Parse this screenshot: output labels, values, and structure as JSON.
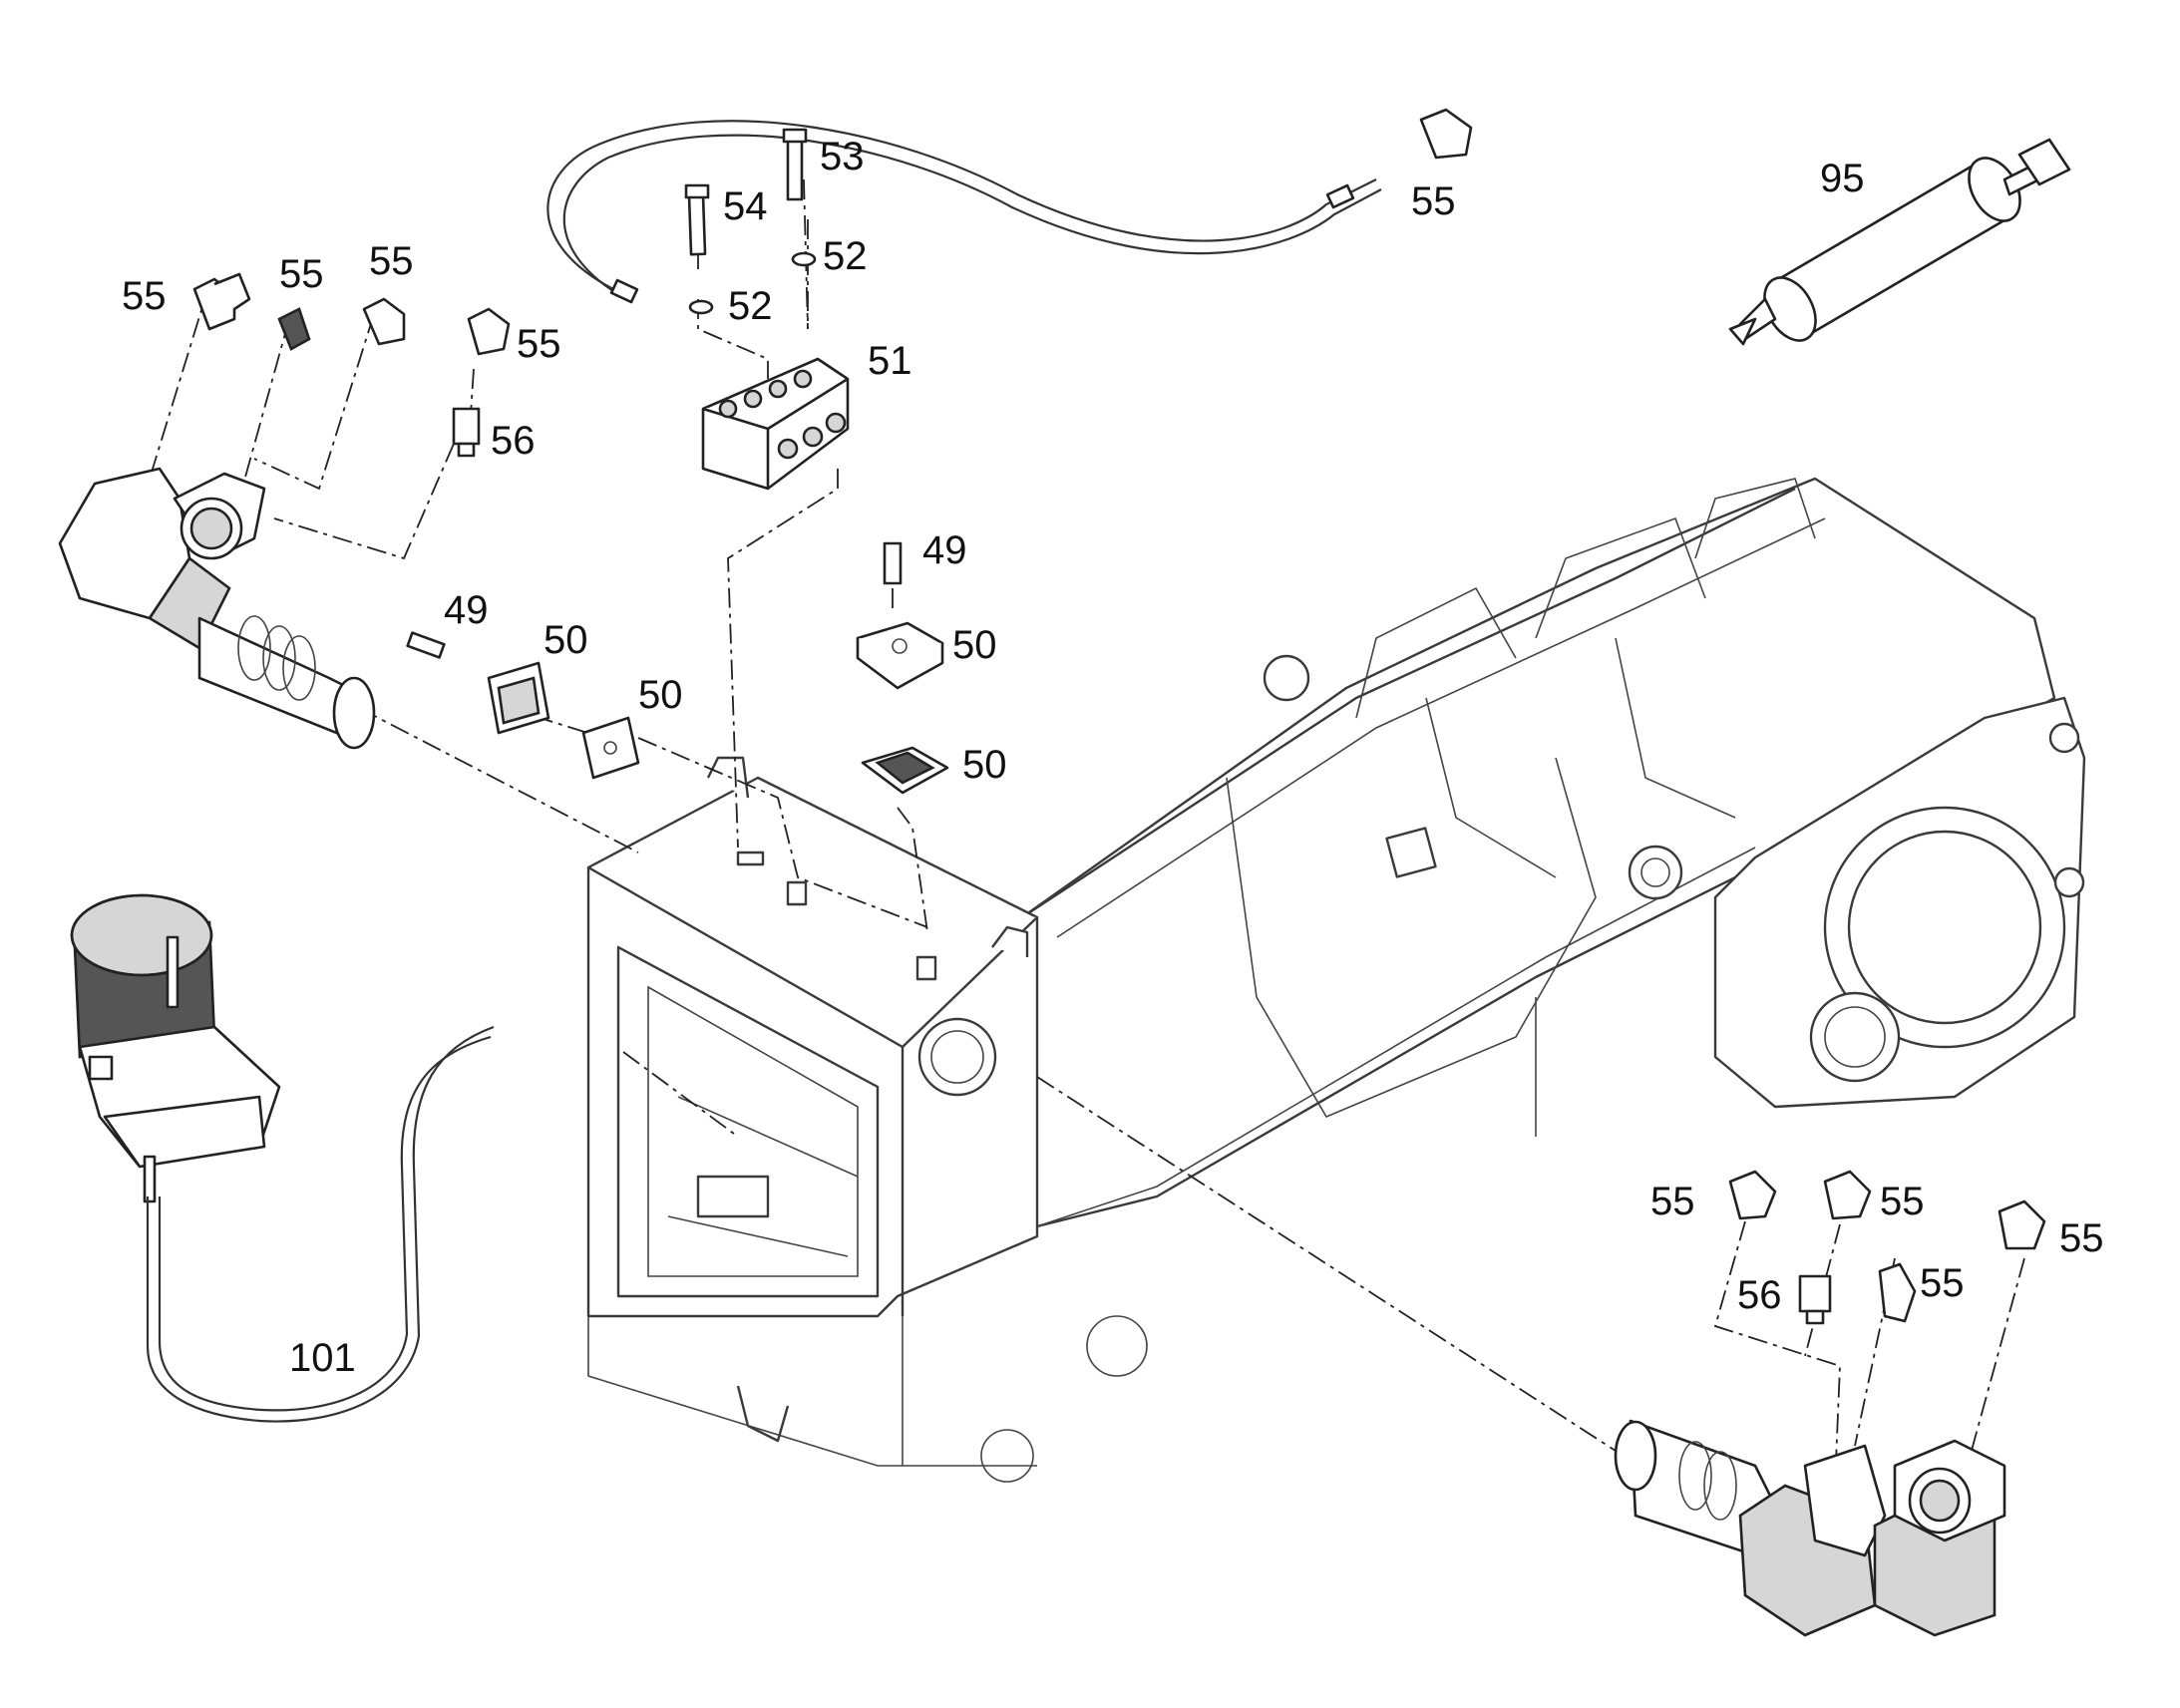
{
  "diagram": {
    "callouts": [
      {
        "id": "c-49a",
        "text": "49"
      },
      {
        "id": "c-49b",
        "text": "49"
      },
      {
        "id": "c-50a",
        "text": "50"
      },
      {
        "id": "c-50b",
        "text": "50"
      },
      {
        "id": "c-50c",
        "text": "50"
      },
      {
        "id": "c-50d",
        "text": "50"
      },
      {
        "id": "c-51",
        "text": "51"
      },
      {
        "id": "c-52a",
        "text": "52"
      },
      {
        "id": "c-52b",
        "text": "52"
      },
      {
        "id": "c-53",
        "text": "53"
      },
      {
        "id": "c-54",
        "text": "54"
      },
      {
        "id": "c-55a",
        "text": "55"
      },
      {
        "id": "c-55b",
        "text": "55"
      },
      {
        "id": "c-55c",
        "text": "55"
      },
      {
        "id": "c-55d",
        "text": "55"
      },
      {
        "id": "c-55e",
        "text": "55"
      },
      {
        "id": "c-55f",
        "text": "55"
      },
      {
        "id": "c-55g",
        "text": "55"
      },
      {
        "id": "c-55h",
        "text": "55"
      },
      {
        "id": "c-55i",
        "text": "55"
      },
      {
        "id": "c-56a",
        "text": "56"
      },
      {
        "id": "c-56b",
        "text": "56"
      },
      {
        "id": "c-95",
        "text": "95"
      },
      {
        "id": "c-101",
        "text": "101"
      }
    ]
  }
}
